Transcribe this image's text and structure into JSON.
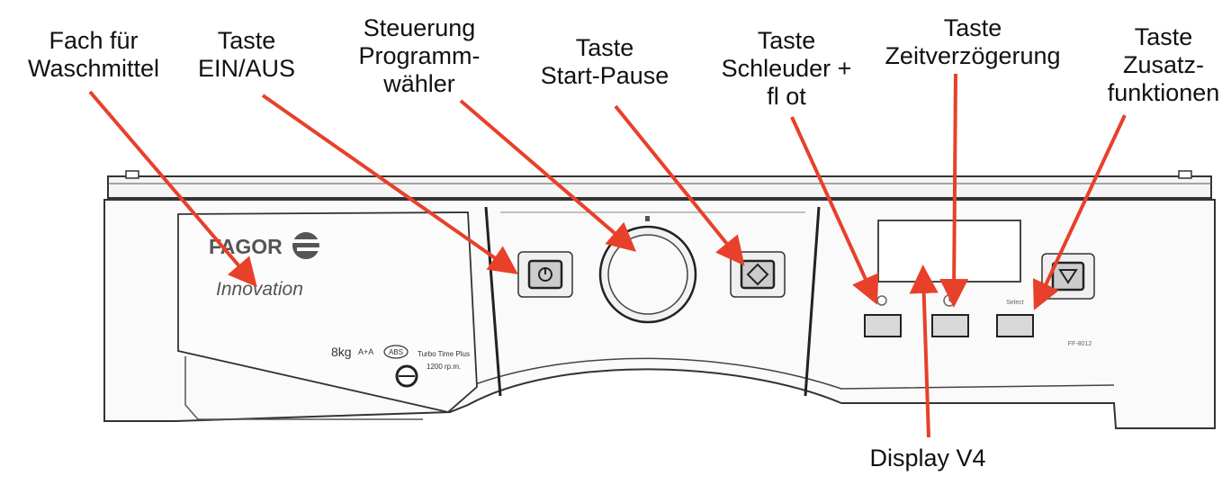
{
  "labels": {
    "detergent": [
      "Fach für",
      "Waschmittel"
    ],
    "onoff": [
      "Taste",
      "EIN/AUS"
    ],
    "selector": [
      "Steuerung",
      "Programm-",
      "wähler"
    ],
    "startpause": [
      "Taste",
      "Start-Pause"
    ],
    "spin": [
      "Taste",
      "Schleuder +",
      "fl ot"
    ],
    "delay": [
      "Taste",
      "Zeitverzögerung"
    ],
    "extra": [
      "Taste",
      "Zusatz-",
      "funktionen"
    ],
    "display": "Display V4"
  },
  "machine": {
    "brand": "FAGOR",
    "slogan": "Innovation",
    "capacity": "8kg",
    "energy": "A+A",
    "abs": "ABS",
    "features": "Turbo Time Plus",
    "rpm": "1200 rp.m.",
    "select_label": "Select",
    "model": "FF-8012"
  },
  "colors": {
    "arrow": "#e8402a",
    "outline": "#333333",
    "button_fill": "#d9d9d9"
  }
}
